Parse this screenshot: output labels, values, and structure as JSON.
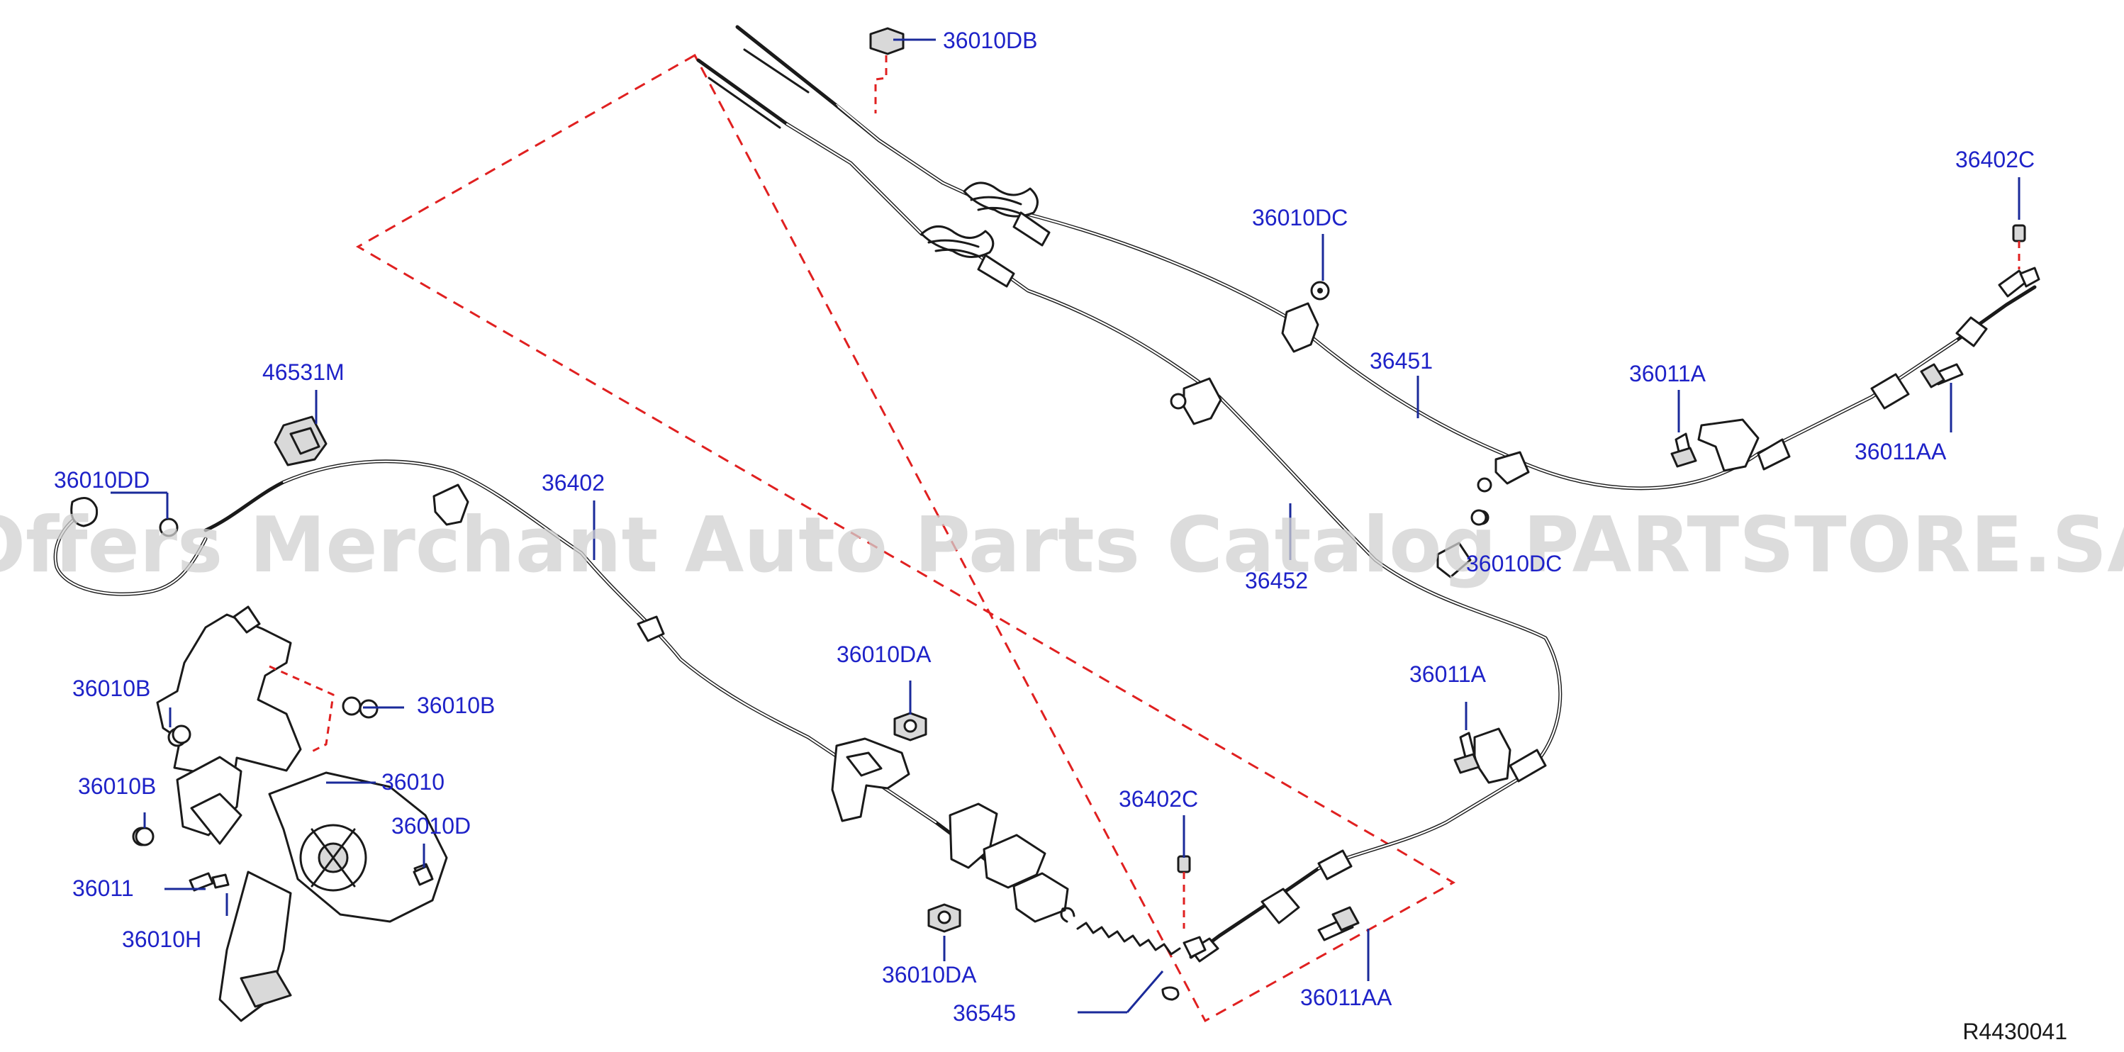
{
  "diagram": {
    "watermark": "Offers Merchant Auto Parts Catalog PARTSTORE.SA",
    "reference": "R4430041",
    "labels": {
      "p36010DB": "36010DB",
      "p36402C_a": "36402C",
      "p36010DC_a": "36010DC",
      "p36451": "36451",
      "p36011A_a": "36011A",
      "p36011AA_a": "36011AA",
      "p46531M": "46531M",
      "p36010DD": "36010DD",
      "p36402": "36402",
      "p36452": "36452",
      "p36010DC_b": "36010DC",
      "p36011A_b": "36011A",
      "p36010B_a": "36010B",
      "p36010B_b": "36010B",
      "p36010DA_a": "36010DA",
      "p36010": "36010",
      "p36010B_c": "36010B",
      "p36010D": "36010D",
      "p36402C_b": "36402C",
      "p36011": "36011",
      "p36010H": "36010H",
      "p36010DA_b": "36010DA",
      "p36011AA_b": "36011AA",
      "p36545": "36545"
    }
  }
}
